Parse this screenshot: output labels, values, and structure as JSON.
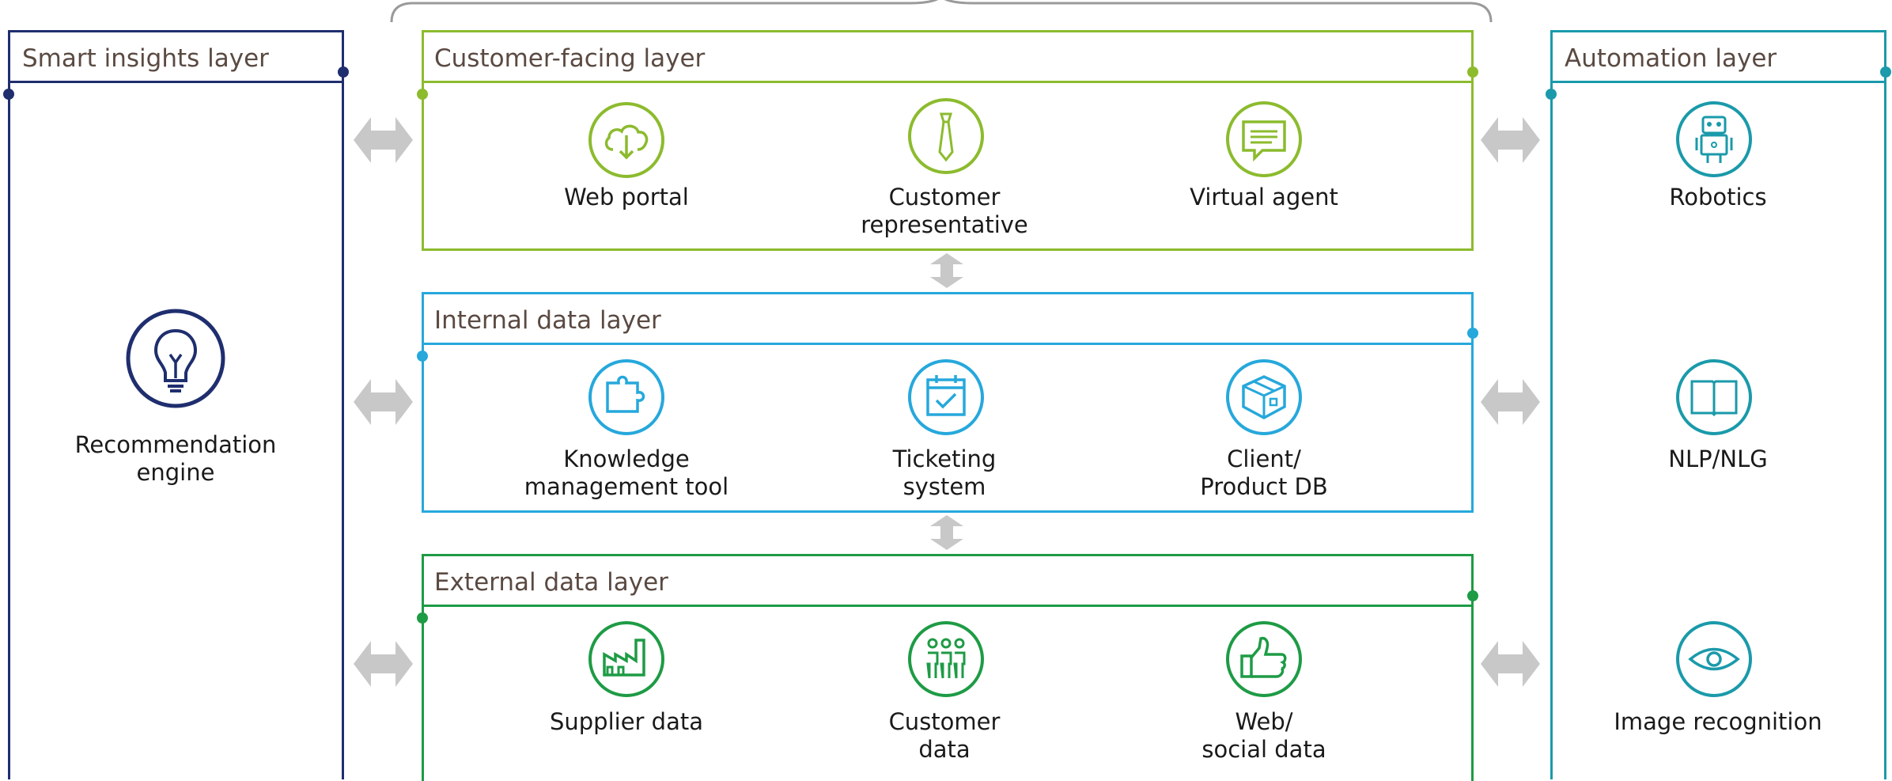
{
  "left_panel": {
    "title": "Smart insights layer",
    "color": "#1f2e6e",
    "items": [
      {
        "line1": "Recommendation",
        "line2": "engine",
        "icon": "lightbulb-icon"
      }
    ]
  },
  "right_panel": {
    "title": "Automation layer",
    "color": "#1a9aaa",
    "items": [
      {
        "line1": "Robotics",
        "line2": "",
        "icon": "robot-icon"
      },
      {
        "line1": "NLP/NLG",
        "line2": "",
        "icon": "book-icon"
      },
      {
        "line1": "Image recognition",
        "line2": "",
        "icon": "eye-icon"
      }
    ]
  },
  "layers": [
    {
      "title": "Customer-facing layer",
      "color": "#8cbb2e",
      "items": [
        {
          "line1": "Web portal",
          "line2": "",
          "icon": "cloud-download-icon"
        },
        {
          "line1": "Customer",
          "line2": "representative",
          "icon": "tie-icon"
        },
        {
          "line1": "Virtual agent",
          "line2": "",
          "icon": "chat-bubble-icon"
        }
      ]
    },
    {
      "title": "Internal data layer",
      "color": "#26a8dc",
      "items": [
        {
          "line1": "Knowledge",
          "line2": "management tool",
          "icon": "puzzle-icon"
        },
        {
          "line1": "Ticketing",
          "line2": "system",
          "icon": "calendar-check-icon"
        },
        {
          "line1": "Client/",
          "line2": "Product DB",
          "icon": "box-icon"
        }
      ]
    },
    {
      "title": "External data layer",
      "color": "#1e9b45",
      "items": [
        {
          "line1": "Supplier data",
          "line2": "",
          "icon": "factory-icon"
        },
        {
          "line1": "Customer",
          "line2": "data",
          "icon": "people-icon"
        },
        {
          "line1": "Web/",
          "line2": "social data",
          "icon": "thumbs-up-icon"
        }
      ]
    }
  ]
}
